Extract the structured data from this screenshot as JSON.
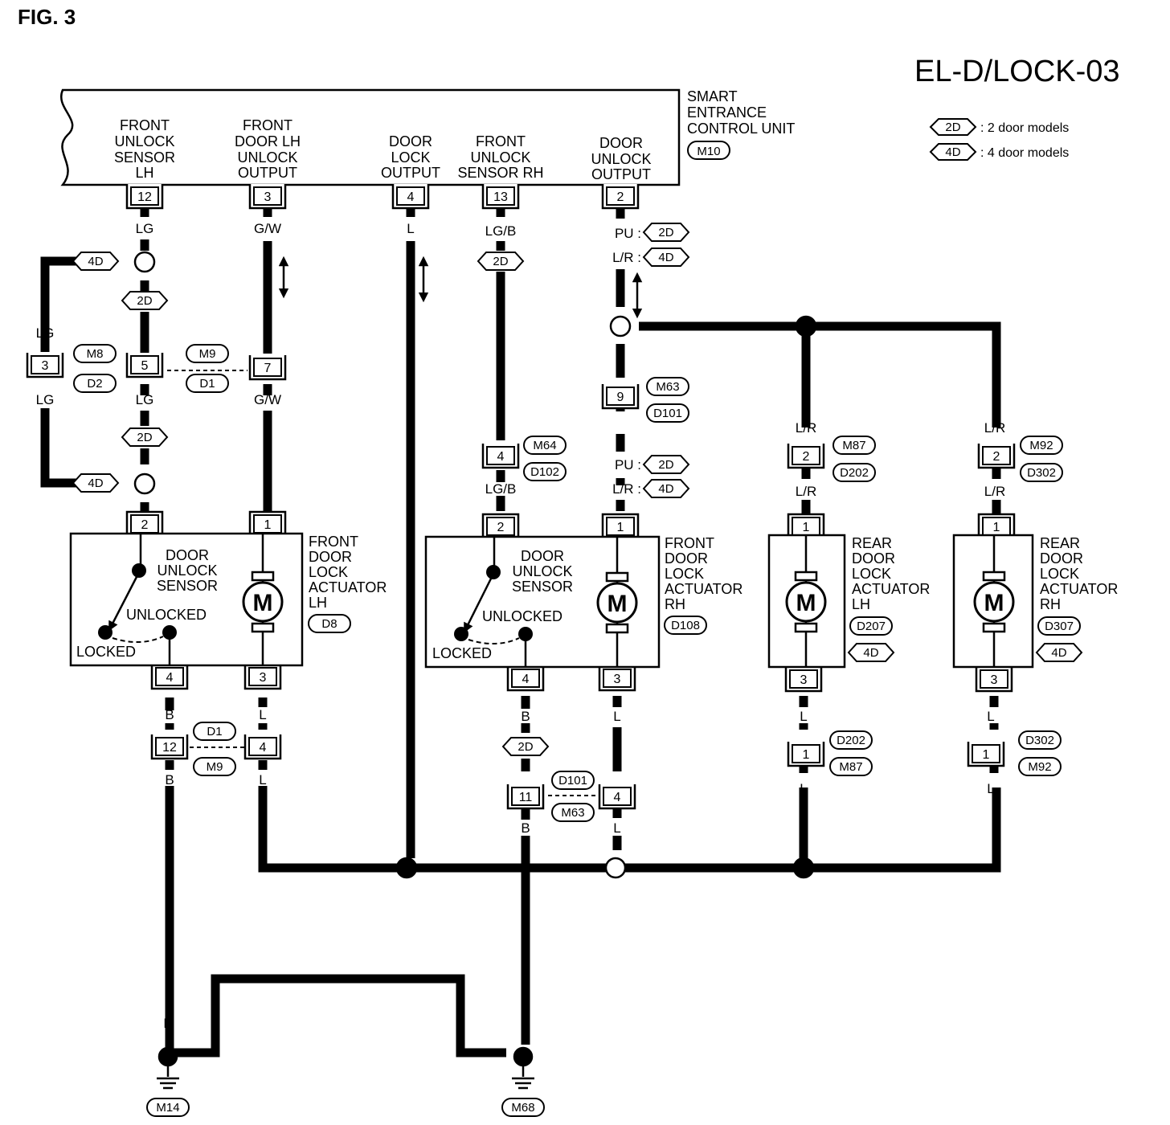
{
  "figure_label": "FIG. 3",
  "diagram_code": "EL-D/LOCK-03",
  "legend": [
    {
      "tag": "2D",
      "text": ": 2 door models"
    },
    {
      "tag": "4D",
      "text": ": 4 door models"
    }
  ],
  "control_unit": {
    "name_lines": [
      "SMART",
      "ENTRANCE",
      "CONTROL UNIT"
    ],
    "connector": "M10",
    "terminals": [
      {
        "pin": "12",
        "label_lines": [
          "FRONT",
          "UNLOCK",
          "SENSOR",
          "LH"
        ]
      },
      {
        "pin": "3",
        "label_lines": [
          "FRONT",
          "DOOR LH",
          "UNLOCK",
          "OUTPUT"
        ]
      },
      {
        "pin": "4",
        "label_lines": [
          "DOOR",
          "LOCK",
          "OUTPUT"
        ]
      },
      {
        "pin": "13",
        "label_lines": [
          "FRONT",
          "UNLOCK",
          "SENSOR RH"
        ]
      },
      {
        "pin": "2",
        "label_lines": [
          "DOOR",
          "UNLOCK",
          "OUTPUT"
        ]
      }
    ]
  },
  "wire_colors": {
    "lg": "LG",
    "gw": "G/W",
    "l": "L",
    "lgb": "LG/B",
    "pu": "PU :",
    "lr_colon": "L/R :",
    "lr": "L/R",
    "b": "B"
  },
  "tags": {
    "d2": "2D",
    "d4": "4D"
  },
  "connectors": {
    "m8": "M8",
    "d2": "D2",
    "m9": "M9",
    "d1": "D1",
    "m63": "M63",
    "d101": "D101",
    "m64": "M64",
    "d102": "D102",
    "m87": "M87",
    "d202": "D202",
    "m92": "M92",
    "d302": "D302",
    "d8": "D8",
    "d108": "D108",
    "d207": "D207",
    "d307": "D307",
    "m14": "M14",
    "m68": "M68"
  },
  "pins": {
    "p3": "3",
    "p5": "5",
    "p7": "7",
    "p9": "9",
    "p4": "4",
    "p2": "2",
    "p1": "1",
    "p12": "12",
    "p11": "11"
  },
  "actuators": [
    {
      "id": "fl",
      "label_lines": [
        "FRONT",
        "DOOR",
        "LOCK",
        "ACTUATOR",
        "LH"
      ],
      "connector": "D8",
      "sensor_lines": [
        "DOOR",
        "UNLOCK",
        "SENSOR"
      ],
      "unlocked": "UNLOCKED",
      "locked": "LOCKED"
    },
    {
      "id": "fr",
      "label_lines": [
        "FRONT",
        "DOOR",
        "LOCK",
        "ACTUATOR",
        "RH"
      ],
      "connector": "D108",
      "sensor_lines": [
        "DOOR",
        "UNLOCK",
        "SENSOR"
      ],
      "unlocked": "UNLOCKED",
      "locked": "LOCKED"
    },
    {
      "id": "rl",
      "label_lines": [
        "REAR",
        "DOOR",
        "LOCK",
        "ACTUATOR",
        "LH"
      ],
      "connector": "D207",
      "model": "4D"
    },
    {
      "id": "rr",
      "label_lines": [
        "REAR",
        "DOOR",
        "LOCK",
        "ACTUATOR",
        "RH"
      ],
      "connector": "D307",
      "model": "4D"
    }
  ],
  "motor_symbol": "M"
}
